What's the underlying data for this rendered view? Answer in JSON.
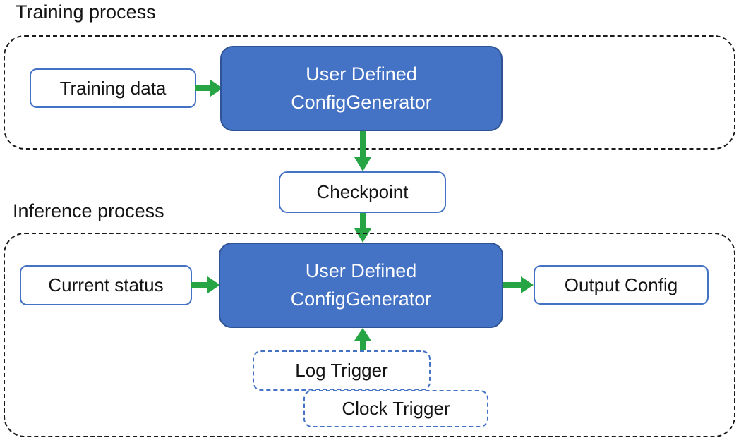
{
  "colors": {
    "box_fill": "#4472C4",
    "box_border": "#2F5496",
    "light_border": "#4472C4",
    "arrow": "#27A544",
    "container_border": "#1a1a1a",
    "text": "#141414",
    "inverse_text": "#FFFFFF"
  },
  "training": {
    "section_label": "Training process",
    "input_label": "Training data",
    "generator_line1": "User Defined",
    "generator_line2": "ConfigGenerator"
  },
  "checkpoint_label": "Checkpoint",
  "inference": {
    "section_label": "Inference process",
    "input_label": "Current status",
    "generator_line1": "User Defined",
    "generator_line2": "ConfigGenerator",
    "output_label": "Output Config",
    "log_trigger_label": "Log Trigger",
    "clock_trigger_label": "Clock Trigger"
  }
}
